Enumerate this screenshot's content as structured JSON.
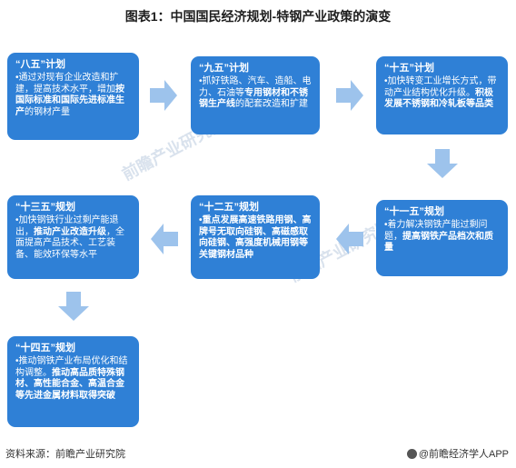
{
  "title": "图表1：中国国民经济规划-特钢产业政策的演变",
  "source": "资料来源：前瞻产业研究院",
  "brand": "@前瞻经济学人APP",
  "watermark": "前瞻产业研究院",
  "colors": {
    "card": "#2f80d6",
    "arrow": "#9dc3ec"
  },
  "cards": [
    {
      "id": "8th",
      "title": "“八五”计划",
      "parts": [
        {
          "text": "•通过对现有企业改造和扩建，提高技术水平，增加",
          "bold": false
        },
        {
          "text": "按国际标准和国际先进标准生产",
          "bold": true
        },
        {
          "text": "的钢材产量",
          "bold": false
        }
      ]
    },
    {
      "id": "9th",
      "title": "“九五”计划",
      "parts": [
        {
          "text": "•抓好铁路、汽车、造船、电力、石油等",
          "bold": false
        },
        {
          "text": "专用钢材和不锈钢生产线",
          "bold": true
        },
        {
          "text": "的配套改造和扩建",
          "bold": false
        }
      ]
    },
    {
      "id": "10th",
      "title": "“十五”计划",
      "parts": [
        {
          "text": "•加快转变工业增长方式，带动产业结构优化升级。",
          "bold": false
        },
        {
          "text": "积极发展不锈钢和冷轧板等品类",
          "bold": true
        }
      ]
    },
    {
      "id": "11th",
      "title": "“十一五”规划",
      "parts": [
        {
          "text": "•着力解决钢铁产能过剩问题，",
          "bold": false
        },
        {
          "text": "提高钢铁产品档次和质量",
          "bold": true
        }
      ]
    },
    {
      "id": "12th",
      "title": "“十二五”规划",
      "parts": [
        {
          "text": "•重点发展高速铁路用钢、高牌号无取向硅钢、高磁感取向硅钢、高强度机械用钢等关键钢材品种",
          "bold": true
        }
      ]
    },
    {
      "id": "13th",
      "title": "“十三五”规划",
      "parts": [
        {
          "text": "•加快钢铁行业过剩产能退出，",
          "bold": false
        },
        {
          "text": "推动产业改造升级",
          "bold": true
        },
        {
          "text": "，全面提高产品技术、工艺装备、能效环保等水平",
          "bold": false
        }
      ]
    },
    {
      "id": "14th",
      "title": "“十四五”规划",
      "parts": [
        {
          "text": "•推动钢铁产业布局优化和结构调整。",
          "bold": false
        },
        {
          "text": "推动高品质特殊钢材、高性能合金、高温合金等先进金属材料取得突破",
          "bold": true
        }
      ]
    }
  ]
}
